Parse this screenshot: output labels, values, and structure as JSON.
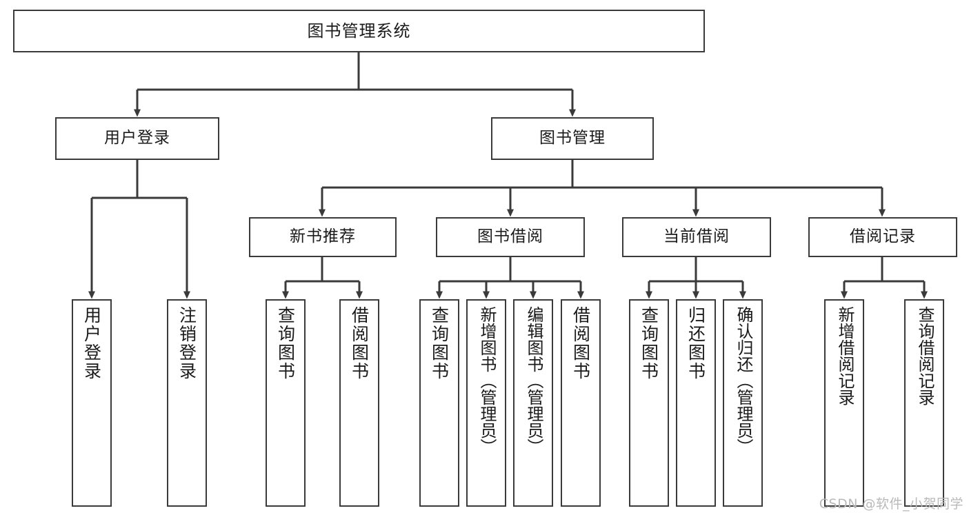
{
  "diagram": {
    "title": "图书管理系统",
    "type": "hierarchy-tree",
    "colors": {
      "box_border": "#3a3a3a",
      "box_fill": "#ffffff",
      "connector": "#3a3a3a",
      "text": "#1a1a1a",
      "watermark": "#b9b9b9"
    },
    "root": {
      "label": "图书管理系统"
    },
    "level2": [
      {
        "label": "用户登录"
      },
      {
        "label": "图书管理"
      }
    ],
    "level3": [
      {
        "label": "新书推荐"
      },
      {
        "label": "图书借阅"
      },
      {
        "label": "当前借阅"
      },
      {
        "label": "借阅记录"
      }
    ],
    "leaves": {
      "user_login": [
        {
          "label": "用户登录"
        },
        {
          "label": "注销登录"
        }
      ],
      "new_book_recommend": [
        {
          "label": "查询图书"
        },
        {
          "label": "借阅图书"
        }
      ],
      "book_borrow": [
        {
          "label": "查询图书"
        },
        {
          "label": "新增图书（管理员）"
        },
        {
          "label": "编辑图书（管理员）"
        },
        {
          "label": "借阅图书"
        }
      ],
      "current_borrow": [
        {
          "label": "查询图书"
        },
        {
          "label": "归还图书"
        },
        {
          "label": "确认归还（管理员）"
        }
      ],
      "borrow_record": [
        {
          "label": "新增借阅记录"
        },
        {
          "label": "查询借阅记录"
        }
      ]
    },
    "watermark": "CSDN @软件_小贺同学"
  }
}
